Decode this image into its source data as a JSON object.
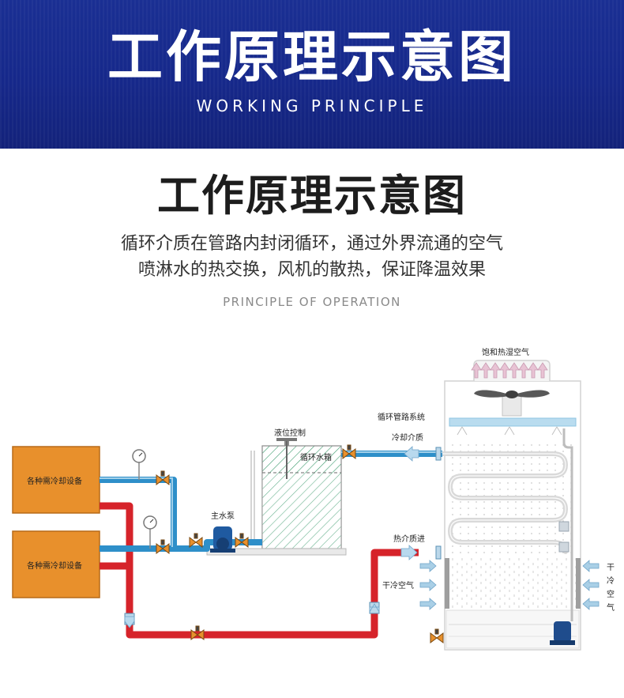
{
  "banner": {
    "title": "工作原理示意图",
    "subtitle": "WORKING PRINCIPLE"
  },
  "main": {
    "title": "工作原理示意图",
    "description_line1": "循环介质在管路内封闭循环，通过外界流通的空气",
    "description_line2": "喷淋水的热交换，风机的散热，保证降温效果",
    "section_label": "PRINCIPLE OF OPERATION"
  },
  "diagram": {
    "labels": {
      "saturated_air": "饱和热湿空气",
      "circulation_piping": "循环管路系统",
      "cooling_medium": "冷却介质",
      "level_control": "液位控制",
      "circulating_tank": "循环水箱",
      "main_pump": "主水泵",
      "hot_medium_in": "热介质进",
      "dry_cold_air": "干冷空气",
      "right_air_char1": "干",
      "right_air_char2": "冷",
      "right_air_char3": "空",
      "right_air_char4": "气",
      "equipment_top": "各种需冷却设备",
      "equipment_bottom": "各种需冷却设备"
    },
    "colors": {
      "hot_pipe": "#d6232a",
      "cold_pipe": "#2e8fc9",
      "equipment": "#e8902c",
      "tank_hatch": "#3a9a6c",
      "banner": "#1a2f93"
    }
  }
}
